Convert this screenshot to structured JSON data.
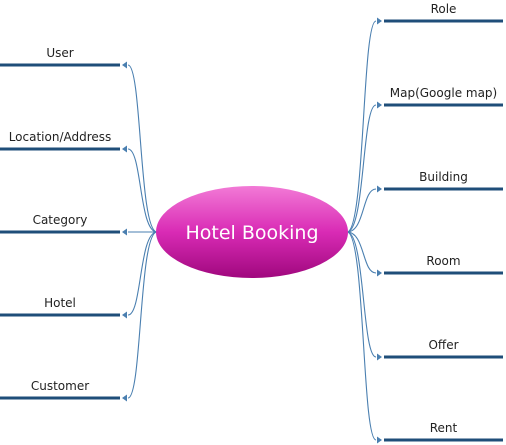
{
  "diagram": {
    "title": "Hotel Booking",
    "left_branches": [
      {
        "label": "User"
      },
      {
        "label": "Location/Address"
      },
      {
        "label": "Category"
      },
      {
        "label": "Hotel"
      },
      {
        "label": "Customer"
      }
    ],
    "right_branches": [
      {
        "label": "Role"
      },
      {
        "label": "Map(Google map)"
      },
      {
        "label": "Building"
      },
      {
        "label": "Room"
      },
      {
        "label": "Offer"
      },
      {
        "label": "Rent"
      }
    ],
    "colors": {
      "node_gradient_top": "#f27ad6",
      "node_gradient_mid": "#d92bb5",
      "node_gradient_bottom": "#a0087e",
      "branch_line": "#1f4e79",
      "connector": "#4a7fb0"
    }
  }
}
